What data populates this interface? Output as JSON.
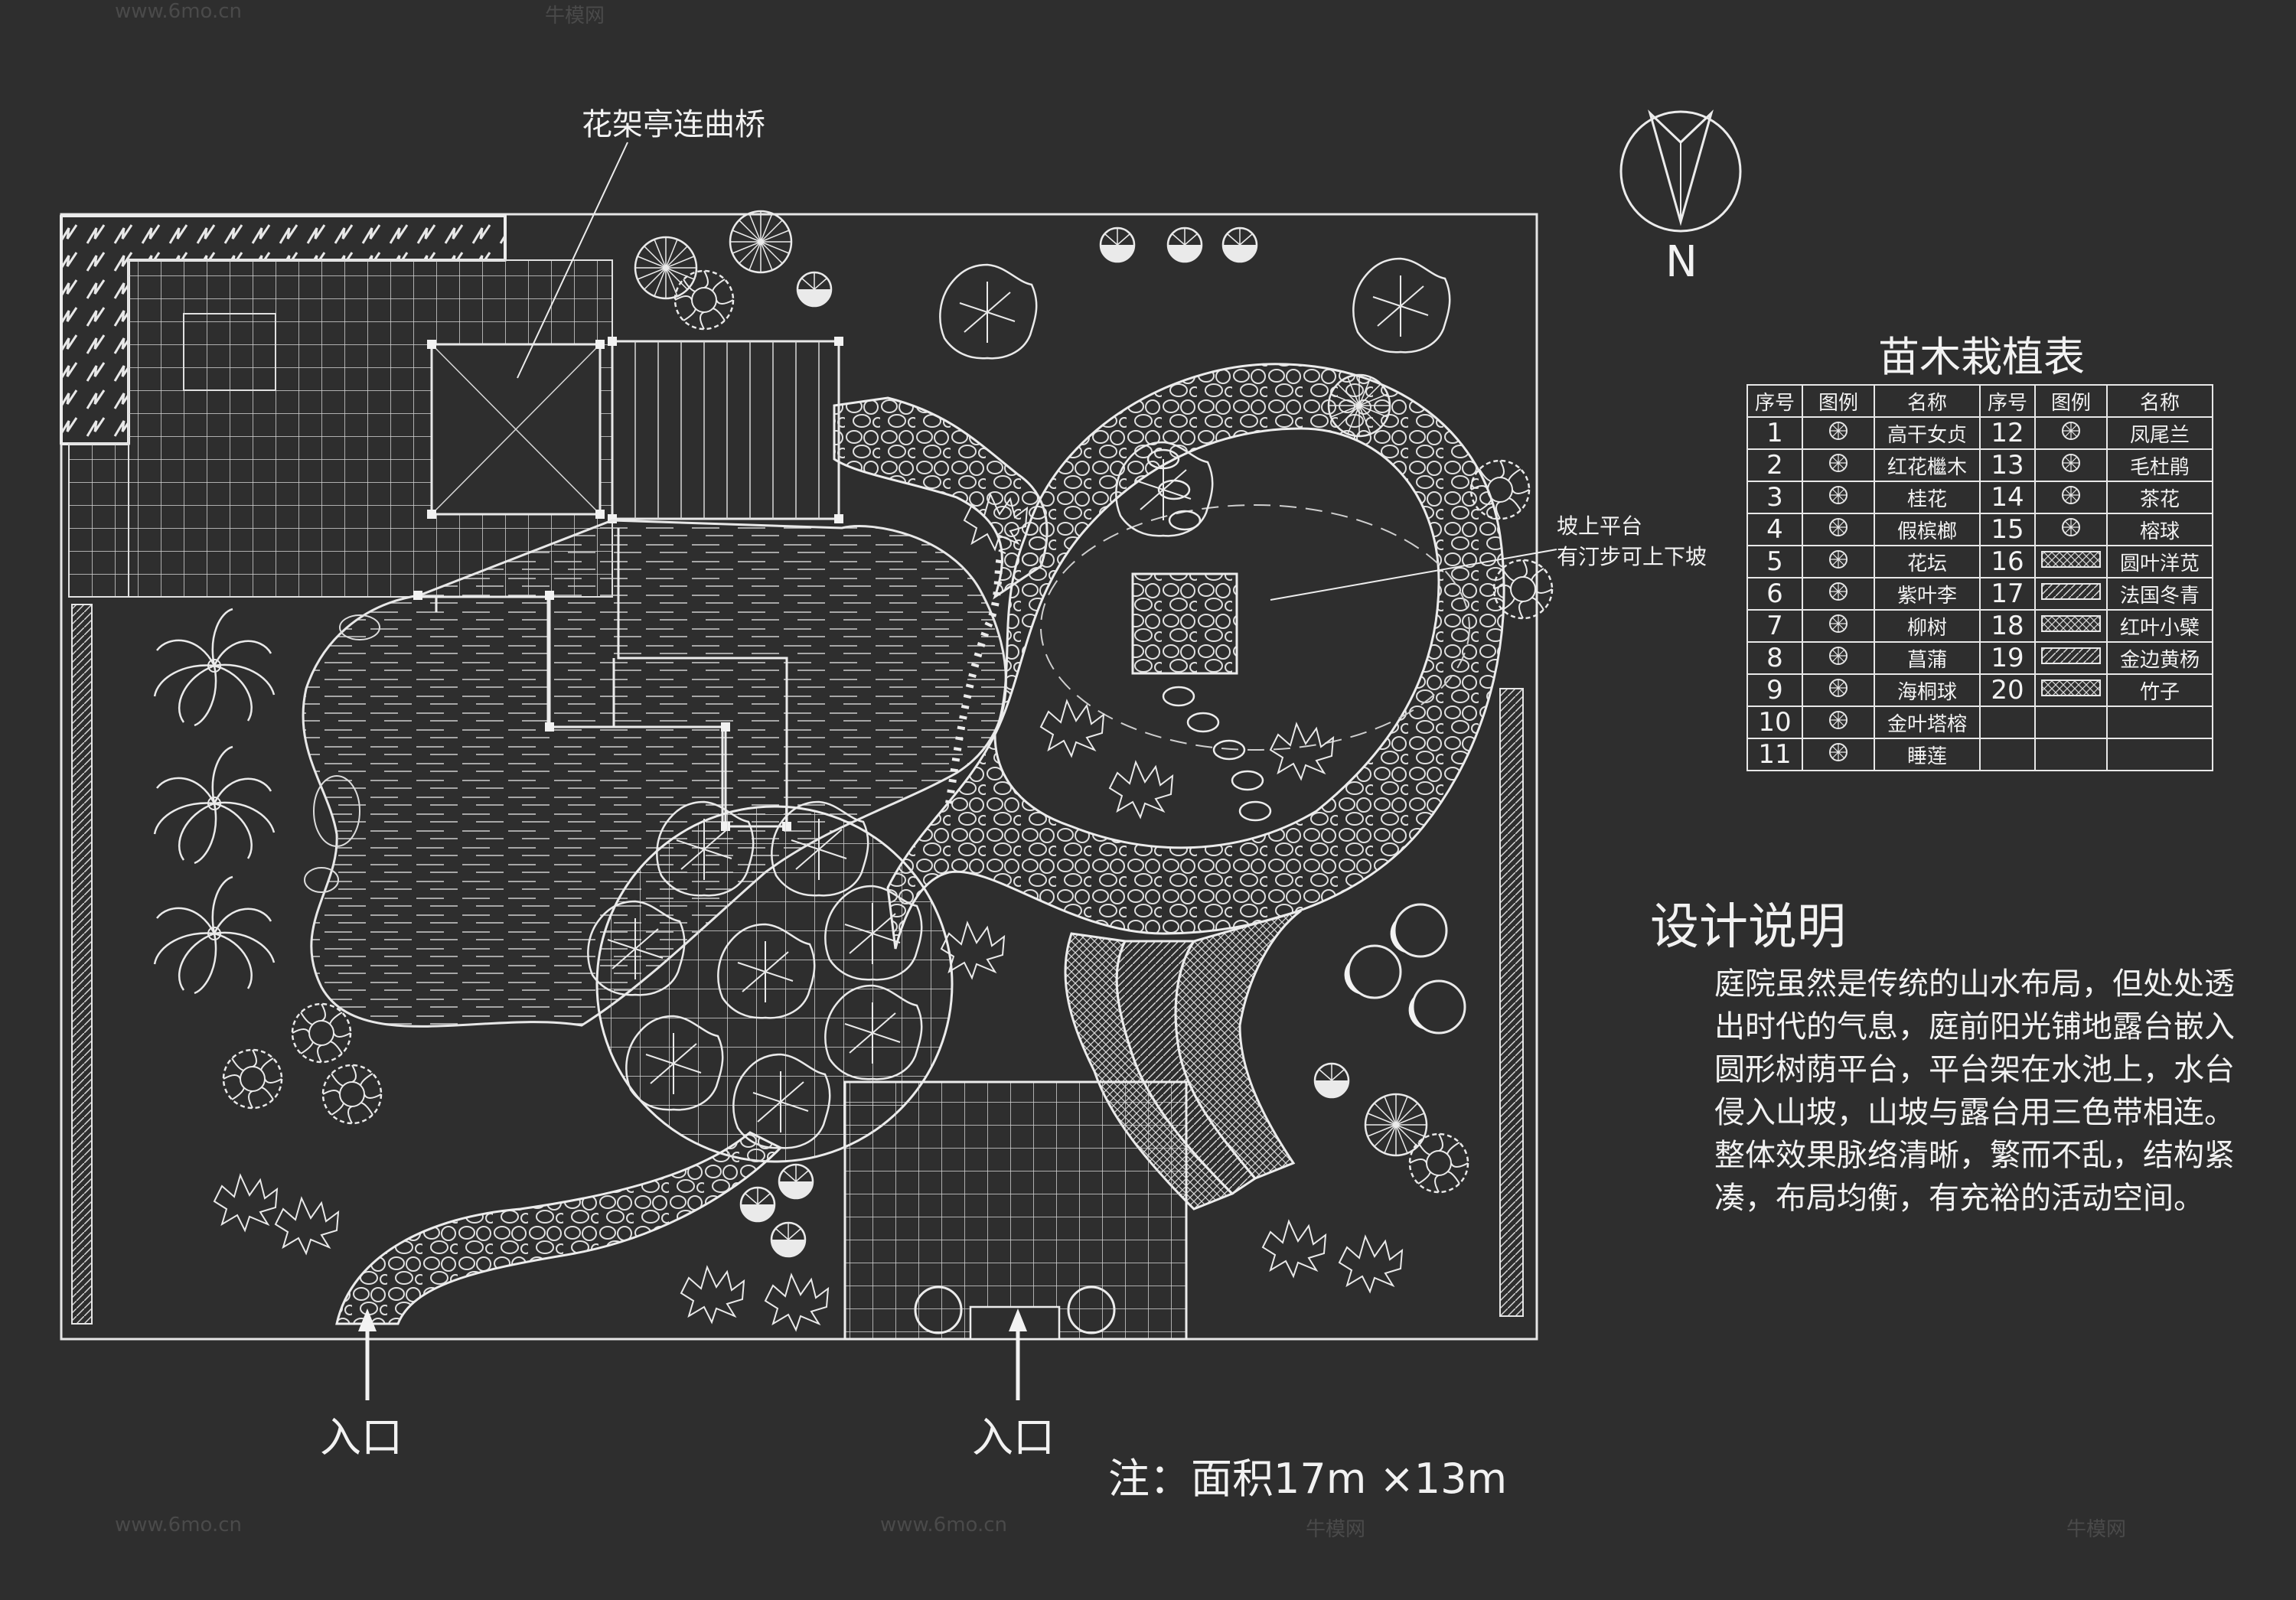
{
  "labels": {
    "bridge": "花架亭连曲桥",
    "slope": "坡上平台\n有汀步可上下坡",
    "north": "N",
    "entry_left": "入口",
    "entry_right": "入口",
    "note": "注：面积17m ×13m"
  },
  "table": {
    "title": "苗木栽植表",
    "headers": [
      "序号",
      "图例",
      "名称",
      "序号",
      "图例",
      "名称"
    ],
    "rows": [
      {
        "no": "1",
        "name": "高干女贞",
        "no2": "12",
        "name2": "凤尾兰"
      },
      {
        "no": "2",
        "name": "红花檵木",
        "no2": "13",
        "name2": "毛杜鹃"
      },
      {
        "no": "3",
        "name": "桂花",
        "no2": "14",
        "name2": "茶花"
      },
      {
        "no": "4",
        "name": "假槟榔",
        "no2": "15",
        "name2": "榕球"
      },
      {
        "no": "5",
        "name": "花坛",
        "no2": "16",
        "name2": "圆叶洋苋"
      },
      {
        "no": "6",
        "name": "紫叶李",
        "no2": "17",
        "name2": "法国冬青"
      },
      {
        "no": "7",
        "name": "柳树",
        "no2": "18",
        "name2": "红叶小檗"
      },
      {
        "no": "8",
        "name": "菖蒲",
        "no2": "19",
        "name2": "金边黄杨"
      },
      {
        "no": "9",
        "name": "海桐球",
        "no2": "20",
        "name2": "竹子"
      },
      {
        "no": "10",
        "name": "金叶塔榕",
        "no2": "",
        "name2": ""
      },
      {
        "no": "11",
        "name": "睡莲",
        "no2": "",
        "name2": ""
      }
    ]
  },
  "design": {
    "title": "设计说明",
    "text": "庭院虽然是传统的山水布局，但处处透出时代的气息，庭前阳光铺地露台嵌入圆形树荫平台，平台架在水池上，水台侵入山坡，山坡与露台用三色带相连。整体效果脉络清晰，繁而不乱，结构紧凑，布局均衡，有充裕的活动空间。"
  },
  "watermarks": [
    "www.6mo.cn",
    "牛模网"
  ]
}
